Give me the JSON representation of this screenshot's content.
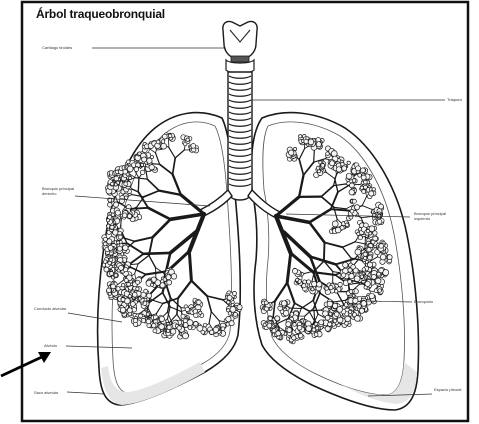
{
  "diagram": {
    "title": "Árbol traqueobronquial",
    "labels": {
      "cartilago_tiroides": "Cartílago tiroides",
      "traquea": "Tráquea",
      "bronquio_principal_derecho": "Bronquio principal derecho",
      "bronquio_principal_izquierdo": "Bronquio principal izquierdo",
      "conducto_alveolar": "Conducto alveolar",
      "alveolo": "Alvéolo",
      "saco_alveolar": "Saco alveolar",
      "bronquiolo": "Bronquiolo",
      "espacio_pleural": "Espacio pleural"
    }
  },
  "colors": {
    "ink": "#1a1a1a",
    "line": "#444444",
    "pleura_fill": "#e9e9e9",
    "background": "#ffffff"
  }
}
